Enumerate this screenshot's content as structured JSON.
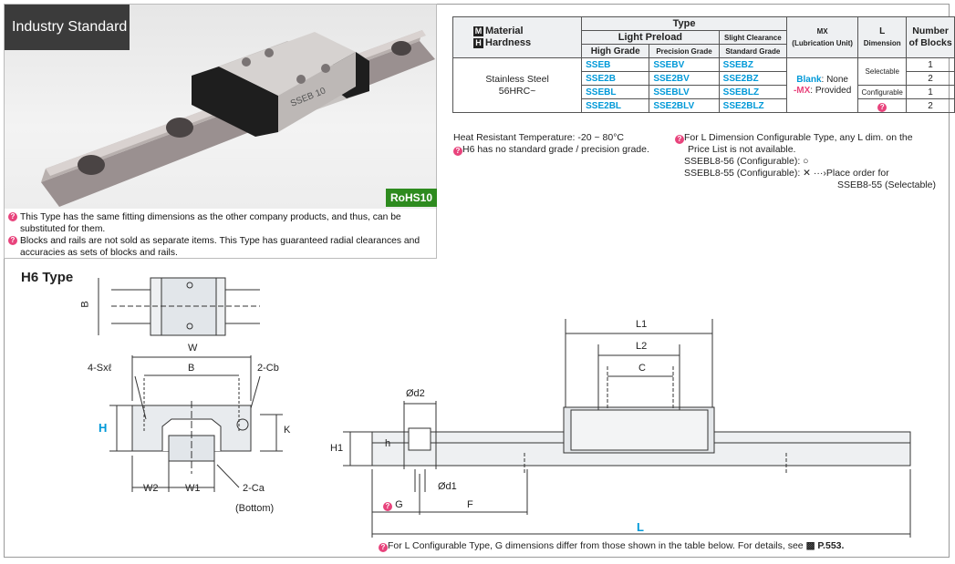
{
  "tag": "Industry Standard",
  "rohs": "RoHS10",
  "block_marking": "SSEB 10",
  "notes": [
    "This Type has the same fitting dimensions as the other company products, and thus, can be substituted for them.",
    "Blocks and rails are not sold as separate items. This Type has guaranteed radial clearances and accuracies as sets of blocks and rails."
  ],
  "table": {
    "material_key": "M",
    "material": "Material",
    "hardness_key": "H",
    "hardness": "Hardness",
    "type": "Type",
    "light_preload": "Light Preload",
    "slight_clearance": "Slight Clearance",
    "high_grade": "High Grade",
    "precision_grade": "Precision Grade",
    "standard_grade": "Standard Grade",
    "mx": "MX",
    "mx_sub": "(Lubrication Unit)",
    "l": "L",
    "dimension": "Dimension",
    "number_of_blocks": "Number of Blocks",
    "material_value": "Stainless Steel",
    "hardness_value": "56HRC~",
    "rows": [
      {
        "high": "SSEB",
        "prec": "SSEBV",
        "std": "SSEBZ",
        "blocks": "1"
      },
      {
        "high": "SSE2B",
        "prec": "SSE2BV",
        "std": "SSE2BZ",
        "blocks": "2"
      },
      {
        "high": "SSEBL",
        "prec": "SSEBLV",
        "std": "SSEBLZ",
        "blocks": "1"
      },
      {
        "high": "SSE2BL",
        "prec": "SSE2BLV",
        "std": "SSE2BLZ",
        "blocks": "2"
      }
    ],
    "blank": "Blank",
    "blank_val": ": None",
    "mx_code": "-MX",
    "mx_val": ": Provided",
    "selectable": "Selectable",
    "configurable": "Configurable"
  },
  "heat": "Heat Resistant Temperature: -20 ~ 80°C",
  "h6_note": "H6 has no standard grade / precision grade.",
  "l_cfg": [
    "For L Dimension Configurable Type, any L dim. on the",
    "Price List is not available.",
    "SSEBL8-56 (Configurable): ○",
    "SSEBL8-55 (Configurable): ✕  ···›Place order for",
    "SSEB8-55 (Selectable)"
  ],
  "h6_title": "H6 Type",
  "labels": {
    "B_top": "B",
    "W": "W",
    "sx": "4-Sxℓ",
    "B": "B",
    "cb": "2-Cb",
    "H": "H",
    "K": "K",
    "W2": "W2",
    "W1": "W1",
    "ca": "2-Ca",
    "bottom": "(Bottom)",
    "L1": "L1",
    "L2": "L2",
    "C": "C",
    "d2": "Ød2",
    "h": "h",
    "H1": "H1",
    "d1": "Ød1",
    "G": "G",
    "F": "F",
    "L": "L"
  },
  "footnote_text": "For L Configurable Type, G dimensions differ from those shown in the table below. For details, see",
  "footnote_page": "P.553."
}
